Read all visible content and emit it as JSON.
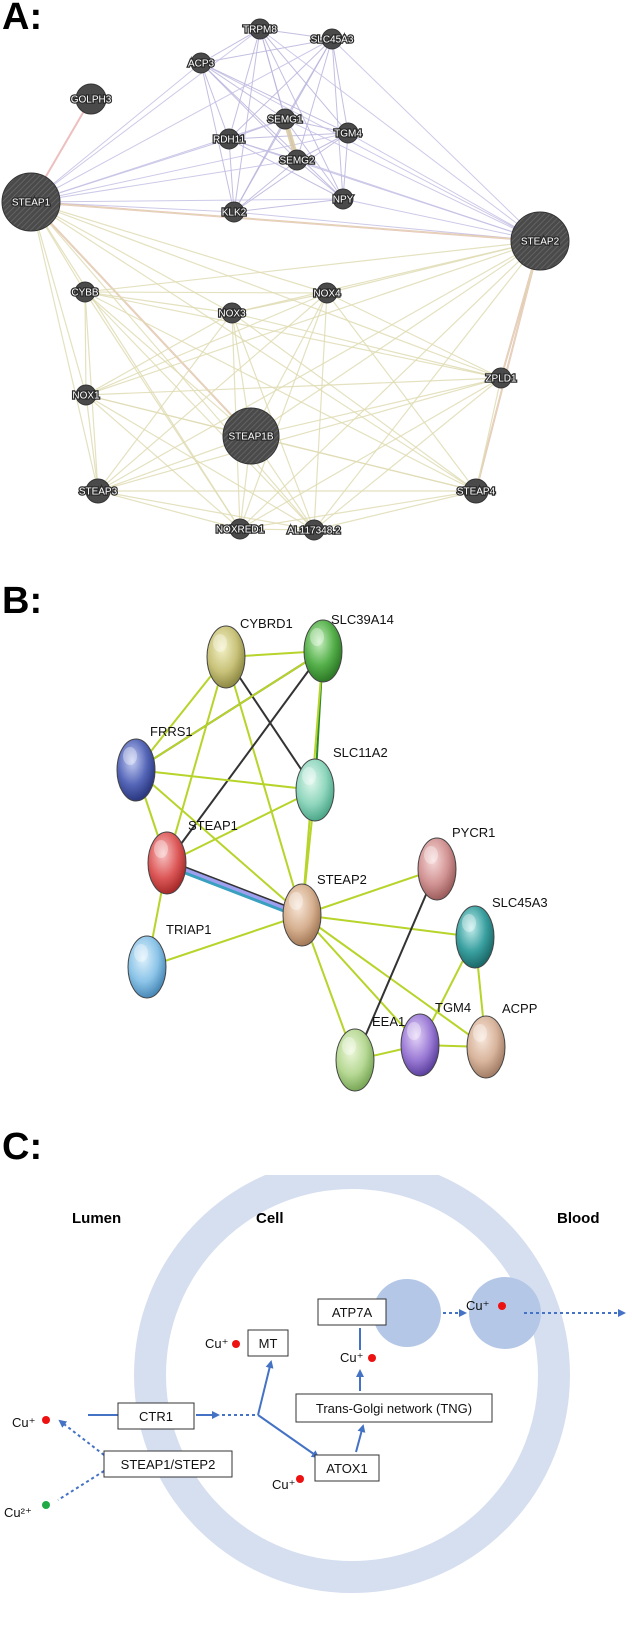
{
  "panel_labels": {
    "a": "A:",
    "b": "B:",
    "c": "C:"
  },
  "panel_a": {
    "node_labels": {
      "trpm8": "TRPM8",
      "slc45a3": "SLC45A3",
      "acp3": "ACP3",
      "golph3": "GOLPH3",
      "semg1": "SEMG1",
      "rdh11": "RDH11",
      "tgm4": "TGM4",
      "semg2": "SEMG2",
      "klk2": "KLK2",
      "npy": "NPY",
      "steap1": "STEAP1",
      "steap2": "STEAP2",
      "cybb": "CYBB",
      "nox4": "NOX4",
      "nox3": "NOX3",
      "zpld1": "ZPLD1",
      "nox1": "NOX1",
      "steap1b": "STEAP1B",
      "steap3": "STEAP3",
      "steap4": "STEAP4",
      "noxred1": "NOXRED1",
      "al117348": "AL117348.2"
    }
  },
  "panel_b": {
    "node_labels": {
      "cybrd1": "CYBRD1",
      "slc39a14": "SLC39A14",
      "frrs1": "FRRS1",
      "slc11a2": "SLC11A2",
      "steap1": "STEAP1",
      "pycr1": "PYCR1",
      "steap2": "STEAP2",
      "slc45a3": "SLC45A3",
      "triap1": "TRIAP1",
      "tgm4": "TGM4",
      "acpp": "ACPP",
      "eea1": "EEA1"
    }
  },
  "panel_c": {
    "regions": {
      "lumen": "Lumen",
      "cell": "Cell",
      "blood": "Blood"
    },
    "boxes": {
      "mt": "MT",
      "atp7a": "ATP7A",
      "ctr1": "CTR1",
      "tgn": "Trans-Golgi network (TNG)",
      "atox1": "ATOX1",
      "steap": "STEAP1/STEP2"
    },
    "ions": {
      "cu_plus": "Cu⁺",
      "cu_2plus": "Cu²⁺"
    },
    "colors": {
      "cu_plus_dot": "#ee1111",
      "cu_2plus_dot": "#22aa44",
      "arrow": "#4472c4",
      "ring": "#d6dff0",
      "vesicle": "#b4c7e7"
    }
  }
}
